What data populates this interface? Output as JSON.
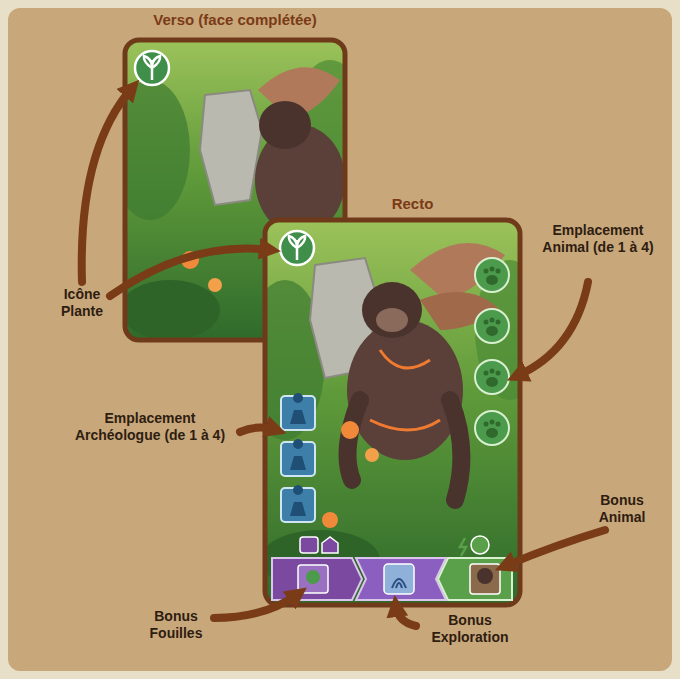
{
  "diagram": {
    "nodes": [
      {
        "text": [
          "Verso (face complétée)"
        ]
      },
      {
        "text": [
          "Recto"
        ]
      }
    ],
    "labels": [
      "Icône Plante",
      "Emplacement Animal (de 1 à 4)",
      "Emplacement Archéologue (de 1 à 4)",
      "Bonus Animal",
      "Bonus Fouilles",
      "Bonus Exploration"
    ]
  }
}
